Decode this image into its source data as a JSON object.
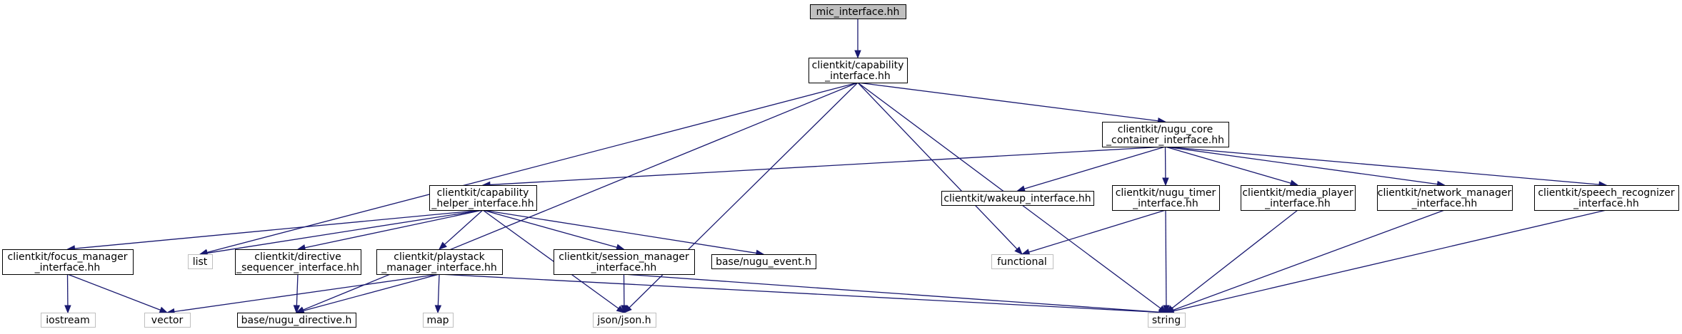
{
  "graph": {
    "nodes": [
      {
        "id": "mic",
        "lines": [
          "mic_interface.hh"
        ],
        "style": "root"
      },
      {
        "id": "cap",
        "lines": [
          "clientkit/capability",
          "_interface.hh"
        ],
        "style": "doc"
      },
      {
        "id": "core",
        "lines": [
          "clientkit/nugu_core",
          "_container_interface.hh"
        ],
        "style": "doc"
      },
      {
        "id": "caphelp",
        "lines": [
          "clientkit/capability",
          "_helper_interface.hh"
        ],
        "style": "doc"
      },
      {
        "id": "wakeup",
        "lines": [
          "clientkit/wakeup_interface.hh"
        ],
        "style": "doc"
      },
      {
        "id": "timer",
        "lines": [
          "clientkit/nugu_timer",
          "_interface.hh"
        ],
        "style": "doc"
      },
      {
        "id": "media",
        "lines": [
          "clientkit/media_player",
          "_interface.hh"
        ],
        "style": "doc"
      },
      {
        "id": "network",
        "lines": [
          "clientkit/network_manager",
          "_interface.hh"
        ],
        "style": "doc"
      },
      {
        "id": "speech",
        "lines": [
          "clientkit/speech_recognizer",
          "_interface.hh"
        ],
        "style": "doc"
      },
      {
        "id": "focus",
        "lines": [
          "clientkit/focus_manager",
          "_interface.hh"
        ],
        "style": "doc"
      },
      {
        "id": "list",
        "lines": [
          "list"
        ],
        "style": "ext"
      },
      {
        "id": "directive_seq",
        "lines": [
          "clientkit/directive",
          "_sequencer_interface.hh"
        ],
        "style": "doc"
      },
      {
        "id": "playstack",
        "lines": [
          "clientkit/playstack",
          "_manager_interface.hh"
        ],
        "style": "doc"
      },
      {
        "id": "session",
        "lines": [
          "clientkit/session_manager",
          "_interface.hh"
        ],
        "style": "doc"
      },
      {
        "id": "event",
        "lines": [
          "base/nugu_event.h"
        ],
        "style": "doc"
      },
      {
        "id": "functional",
        "lines": [
          "functional"
        ],
        "style": "ext"
      },
      {
        "id": "iostream",
        "lines": [
          "iostream"
        ],
        "style": "ext"
      },
      {
        "id": "vector",
        "lines": [
          "vector"
        ],
        "style": "ext"
      },
      {
        "id": "directive",
        "lines": [
          "base/nugu_directive.h"
        ],
        "style": "doc"
      },
      {
        "id": "map",
        "lines": [
          "map"
        ],
        "style": "ext"
      },
      {
        "id": "json",
        "lines": [
          "json/json.h"
        ],
        "style": "ext"
      },
      {
        "id": "string",
        "lines": [
          "string"
        ],
        "style": "ext"
      }
    ],
    "edges": [
      [
        "mic",
        "cap"
      ],
      [
        "cap",
        "core"
      ],
      [
        "cap",
        "list"
      ],
      [
        "cap",
        "directive"
      ],
      [
        "cap",
        "functional"
      ],
      [
        "cap",
        "json"
      ],
      [
        "cap",
        "string"
      ],
      [
        "core",
        "caphelp"
      ],
      [
        "core",
        "wakeup"
      ],
      [
        "core",
        "timer"
      ],
      [
        "core",
        "media"
      ],
      [
        "core",
        "network"
      ],
      [
        "core",
        "speech"
      ],
      [
        "caphelp",
        "focus"
      ],
      [
        "caphelp",
        "list"
      ],
      [
        "caphelp",
        "directive_seq"
      ],
      [
        "caphelp",
        "playstack"
      ],
      [
        "caphelp",
        "session"
      ],
      [
        "caphelp",
        "event"
      ],
      [
        "caphelp",
        "json"
      ],
      [
        "timer",
        "functional"
      ],
      [
        "timer",
        "string"
      ],
      [
        "media",
        "string"
      ],
      [
        "network",
        "string"
      ],
      [
        "speech",
        "string"
      ],
      [
        "focus",
        "iostream"
      ],
      [
        "focus",
        "vector"
      ],
      [
        "directive_seq",
        "directive"
      ],
      [
        "playstack",
        "vector"
      ],
      [
        "playstack",
        "directive"
      ],
      [
        "playstack",
        "map"
      ],
      [
        "playstack",
        "string"
      ],
      [
        "session",
        "json"
      ],
      [
        "session",
        "string"
      ]
    ]
  },
  "colors": {
    "edge": "#191970",
    "root_fill": "#bfbfbf",
    "doc_border": "#000000",
    "ext_border": "#bfbfbf"
  }
}
